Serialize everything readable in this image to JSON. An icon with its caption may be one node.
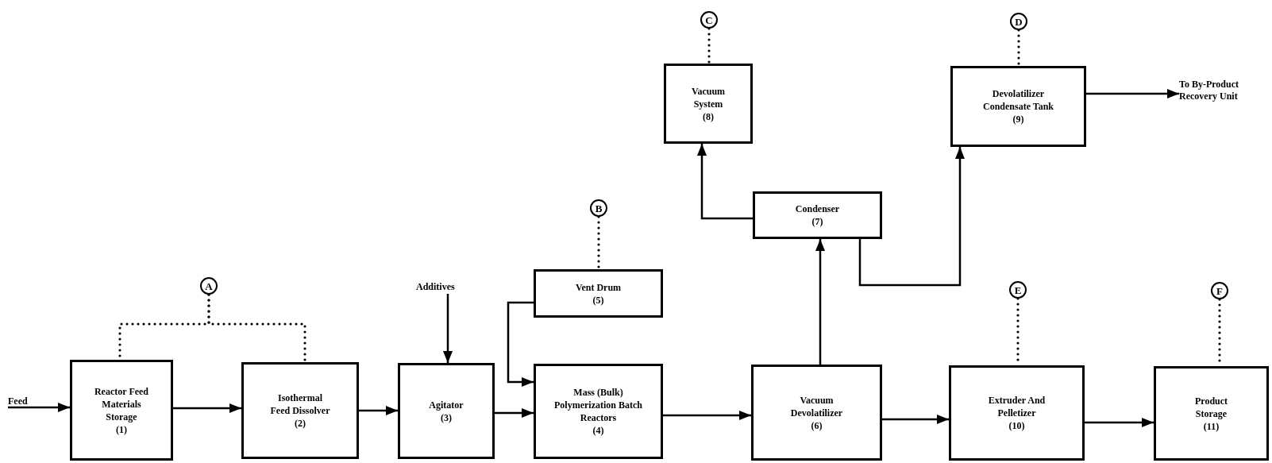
{
  "diagram": {
    "nodes": [
      {
        "text": [
          "Feed"
        ]
      },
      {
        "text": [
          "Reactor Feed Materials Storage",
          "(1)"
        ]
      },
      {
        "text": [
          "A"
        ]
      },
      {
        "text": [
          "Isothermal Feed Dissolver",
          "(2)"
        ]
      },
      {
        "text": [
          "Additives"
        ]
      },
      {
        "text": [
          "Agitator",
          "(3)"
        ]
      },
      {
        "text": [
          "B"
        ]
      },
      {
        "text": [
          "Vent Drum",
          "(5)"
        ]
      },
      {
        "text": [
          "Mass (Bulk) Polymerization Batch Reactors",
          "(4)"
        ]
      },
      {
        "text": [
          "C"
        ]
      },
      {
        "text": [
          "Vacuum System",
          "(8)"
        ]
      },
      {
        "text": [
          "Condenser",
          "(7)"
        ]
      },
      {
        "text": [
          "Vacuum Devolatilizer",
          "(6)"
        ]
      },
      {
        "text": [
          "D"
        ]
      },
      {
        "text": [
          "Devolatilizer Condensate Tank",
          "(9)"
        ]
      },
      {
        "text": [
          "To By-Product Recovery Unit"
        ]
      },
      {
        "text": [
          "E"
        ]
      },
      {
        "text": [
          "Extruder And Pelletizer",
          "(10)"
        ]
      },
      {
        "text": [
          "F"
        ]
      },
      {
        "text": [
          "Product Storage",
          "(11)"
        ]
      }
    ],
    "edges": [
      {
        "from": 0,
        "to": 1,
        "arrow": "to"
      },
      {
        "from": 1,
        "to": 3,
        "arrow": "to"
      },
      {
        "from": 3,
        "to": 5,
        "arrow": "to"
      },
      {
        "from": 4,
        "to": 5,
        "arrow": "to"
      },
      {
        "from": 5,
        "to": 8,
        "arrow": "to"
      },
      {
        "from": 7,
        "to": 8,
        "arrow": "to"
      },
      {
        "from": 8,
        "to": 12,
        "arrow": "to"
      },
      {
        "from": 12,
        "to": 11,
        "arrow": "to"
      },
      {
        "from": 11,
        "to": 10,
        "arrow": "to"
      },
      {
        "from": 11,
        "to": 14,
        "arrow": "to"
      },
      {
        "from": 14,
        "to": 15,
        "arrow": "to"
      },
      {
        "from": 12,
        "to": 17,
        "arrow": "to"
      },
      {
        "from": 17,
        "to": 19,
        "arrow": "to"
      },
      {
        "from": 2,
        "to": 1,
        "arrow": "none",
        "style": "dashed"
      },
      {
        "from": 2,
        "to": 3,
        "arrow": "none",
        "style": "dashed"
      },
      {
        "from": 6,
        "to": 7,
        "arrow": "none",
        "style": "dashed"
      },
      {
        "from": 9,
        "to": 10,
        "arrow": "none",
        "style": "dashed"
      },
      {
        "from": 13,
        "to": 14,
        "arrow": "none",
        "style": "dashed"
      },
      {
        "from": 16,
        "to": 17,
        "arrow": "none",
        "style": "dashed"
      },
      {
        "from": 18,
        "to": 19,
        "arrow": "none",
        "style": "dashed"
      }
    ]
  }
}
